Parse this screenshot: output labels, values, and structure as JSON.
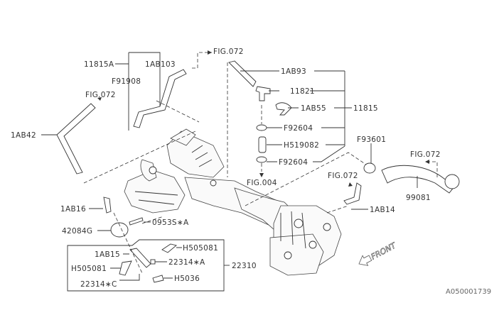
{
  "diagram": {
    "title_code": "A050001739",
    "front_label": "FRONT",
    "labels": {
      "p11815A": "11815A",
      "p1AB103": "1AB103",
      "pF91908": "F91908",
      "fig072_top": "FIG.072",
      "fig072_left": "FIG.072",
      "p1AB42": "1AB42",
      "p1AB93": "1AB93",
      "p11821": "11821",
      "p1AB55": "1AB55",
      "p11815": "11815",
      "pF92604_a": "F92604",
      "pH519082": "H519082",
      "pF92604_b": "F92604",
      "fig004": "FIG.004",
      "pF93601": "F93601",
      "fig072_right": "FIG.072",
      "p99081": "99081",
      "fig072_mid": "FIG.072",
      "p1AB14": "1AB14",
      "p1AB16": "1AB16",
      "p0953S_A": "0953S∗A",
      "p42084G": "42084G",
      "p1AB15": "1AB15",
      "pH505081_a": "H505081",
      "p22314_A": "22314∗A",
      "pH505081_b": "H505081",
      "p22310": "22310",
      "p22314_C": "22314∗C",
      "pH5036": "H5036"
    }
  }
}
